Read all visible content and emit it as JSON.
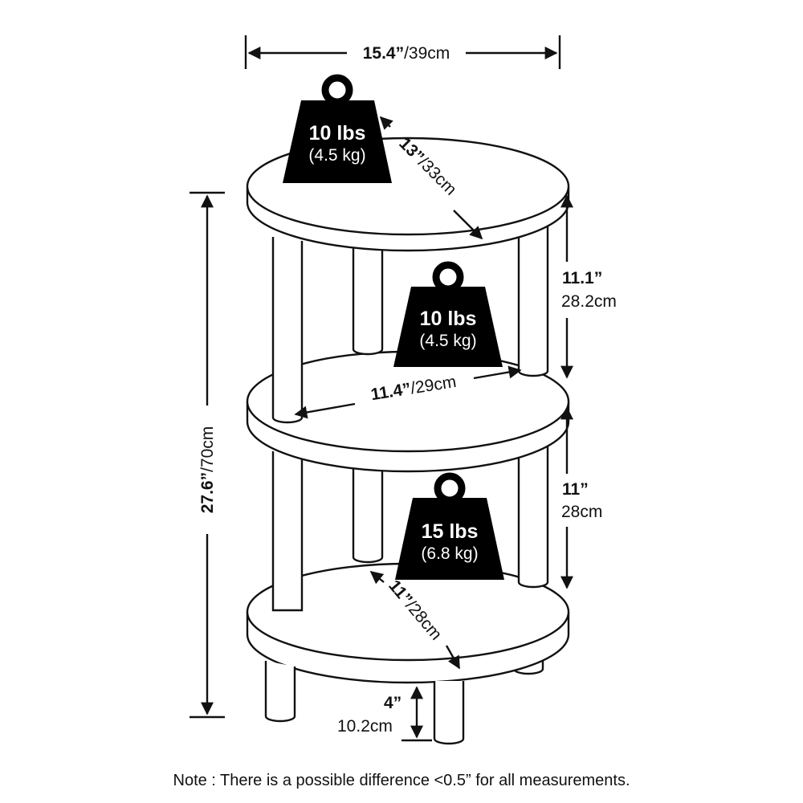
{
  "dimensions": {
    "width": {
      "value": "15.4”",
      "unit": "/39cm"
    },
    "top_shelf_diameter": {
      "value": "13”",
      "unit": "/33cm"
    },
    "total_height": {
      "value": "27.6”",
      "unit": "/70cm"
    },
    "upper_gap": {
      "value": "11.1”",
      "unit": "28.2cm"
    },
    "middle_shelf_width": {
      "value": "11.4”",
      "unit": "/29cm"
    },
    "lower_gap": {
      "value": "11”",
      "unit": "28cm"
    },
    "bottom_shelf_diameter": {
      "value": "11”",
      "unit": "/28cm"
    },
    "leg_height": {
      "value": "4”",
      "unit": "10.2cm"
    }
  },
  "weights": {
    "top": {
      "lbs": "10 lbs",
      "kg": "(4.5 kg)"
    },
    "middle": {
      "lbs": "10 lbs",
      "kg": "(4.5 kg)"
    },
    "bottom": {
      "lbs": "15 lbs",
      "kg": "(6.8 kg)"
    }
  },
  "note": "Note : There is a possible difference <0.5” for all measurements.",
  "colors": {
    "line": "#111111",
    "weight_fill": "#000000",
    "background": "#ffffff"
  }
}
